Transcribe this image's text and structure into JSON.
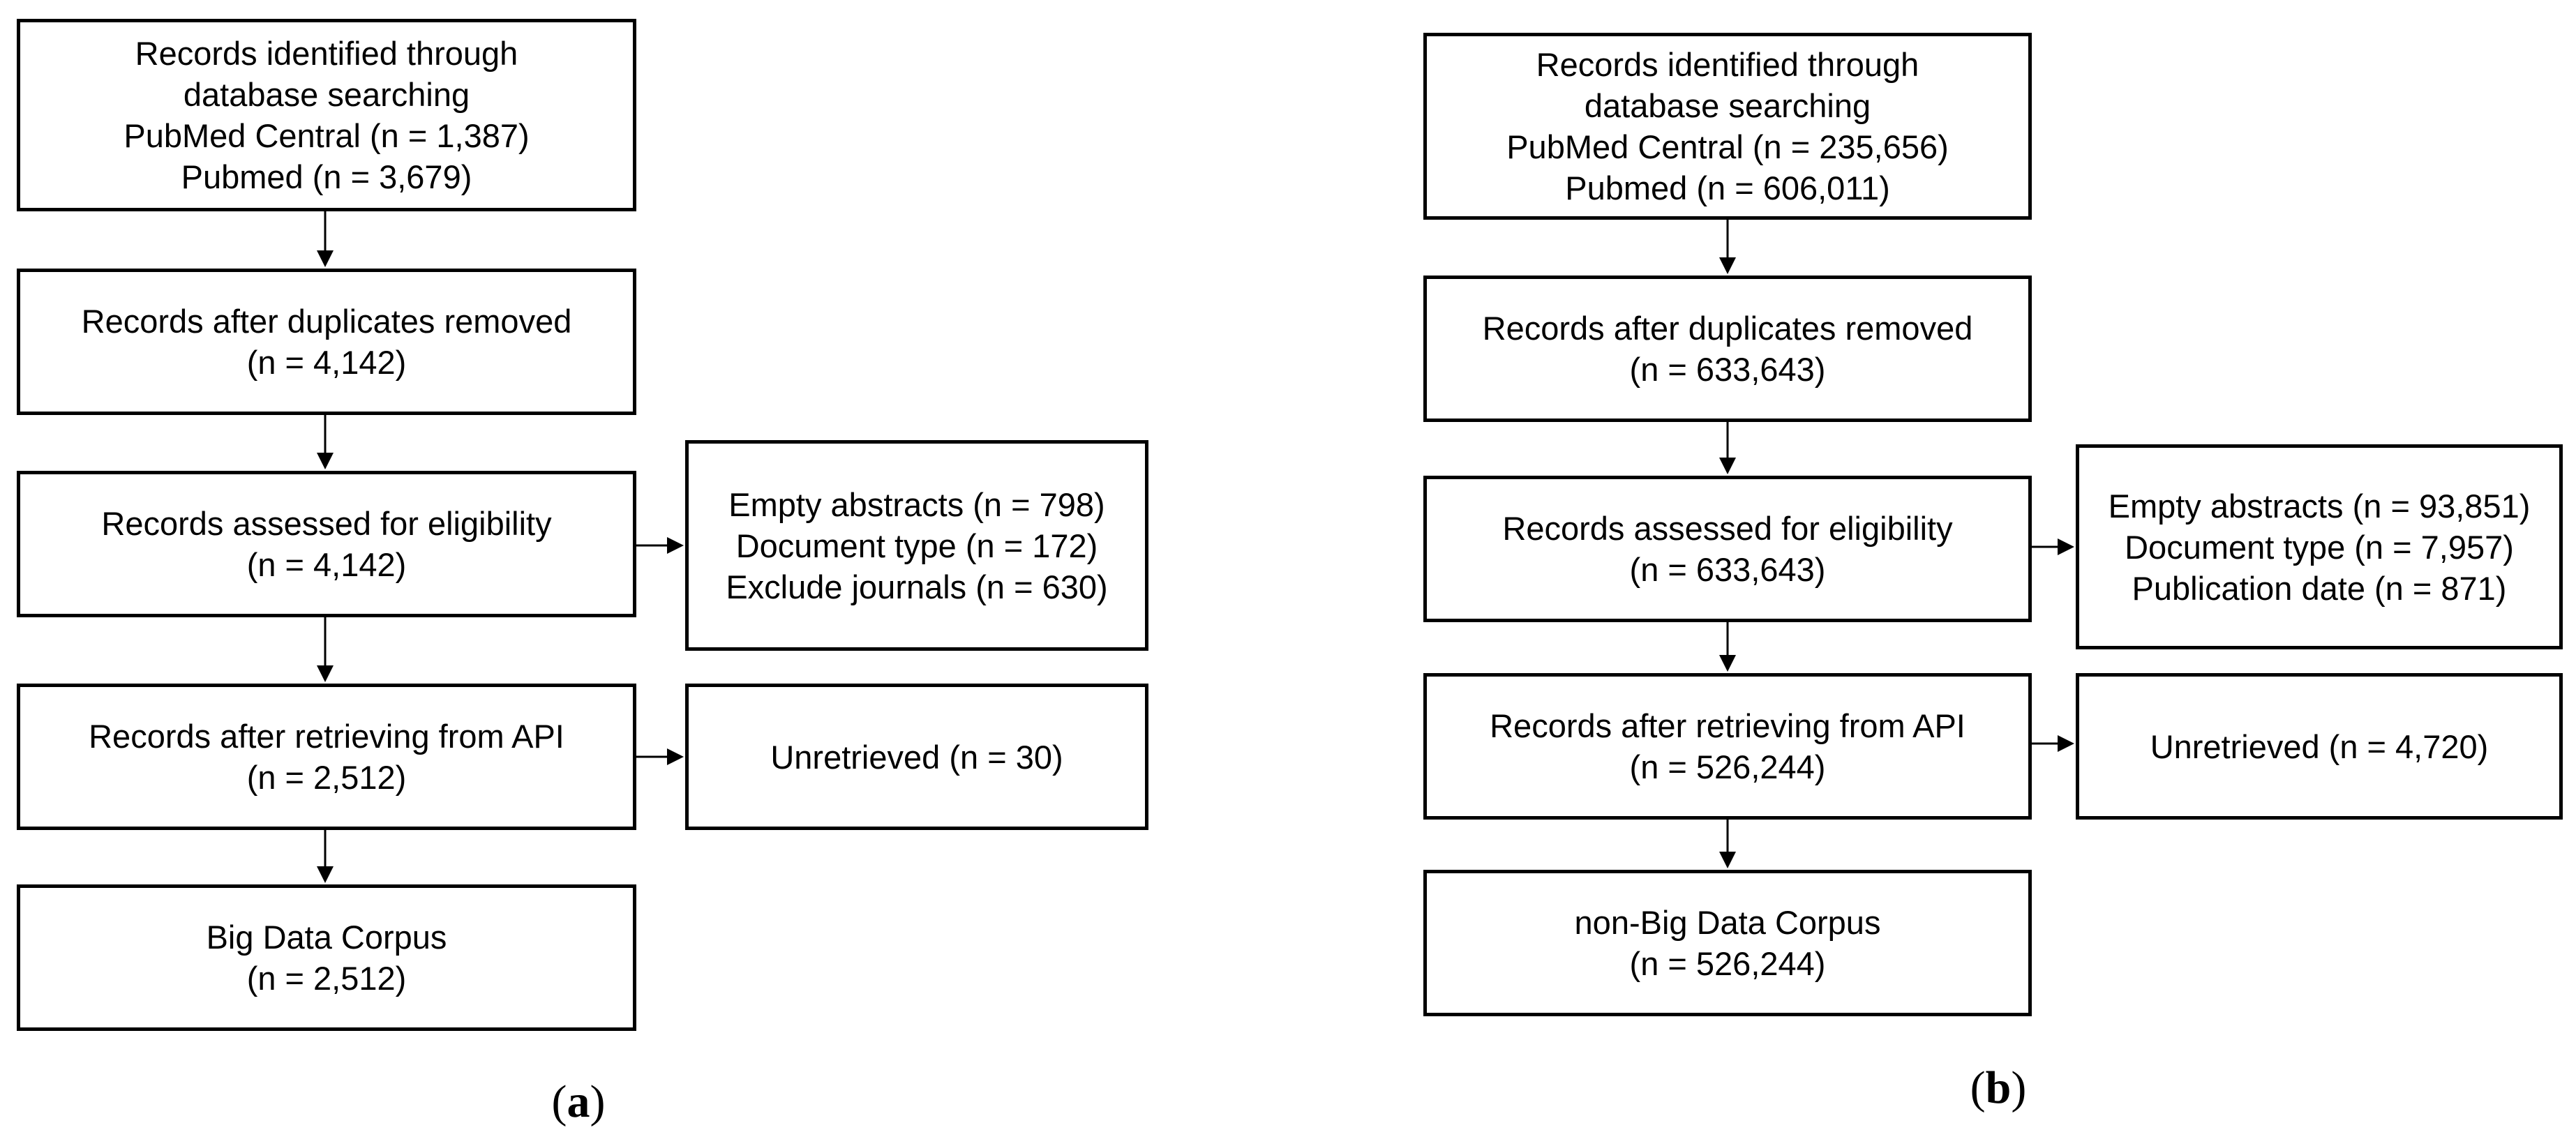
{
  "panels": {
    "a": {
      "label": "a",
      "identified": [
        "Records identified through",
        "database searching",
        "PubMed Central (n = 1,387)",
        "Pubmed (n = 3,679)"
      ],
      "deduplicated": [
        "Records after duplicates removed",
        "(n = 4,142)"
      ],
      "assessed": [
        "Records assessed for eligibility",
        "(n = 4,142)"
      ],
      "excluded": [
        "Empty abstracts (n = 798)",
        "Document type (n = 172)",
        "Exclude journals (n = 630)"
      ],
      "retrieved": [
        "Records after retrieving from API",
        "(n = 2,512)"
      ],
      "unretrieved": [
        "Unretrieved (n = 30)"
      ],
      "corpus": [
        "Big Data Corpus",
        "(n = 2,512)"
      ]
    },
    "b": {
      "label": "b",
      "identified": [
        "Records identified through",
        "database searching",
        "PubMed Central (n = 235,656)",
        "Pubmed (n = 606,011)"
      ],
      "deduplicated": [
        "Records after duplicates removed",
        "(n = 633,643)"
      ],
      "assessed": [
        "Records assessed for eligibility",
        "(n = 633,643)"
      ],
      "excluded": [
        "Empty abstracts (n = 93,851)",
        "Document type (n = 7,957)",
        "Publication date (n = 871)"
      ],
      "retrieved": [
        "Records after retrieving from API",
        "(n = 526,244)"
      ],
      "unretrieved": [
        "Unretrieved (n = 4,720)"
      ],
      "corpus": [
        "non-Big Data Corpus",
        "(n = 526,244)"
      ]
    }
  }
}
